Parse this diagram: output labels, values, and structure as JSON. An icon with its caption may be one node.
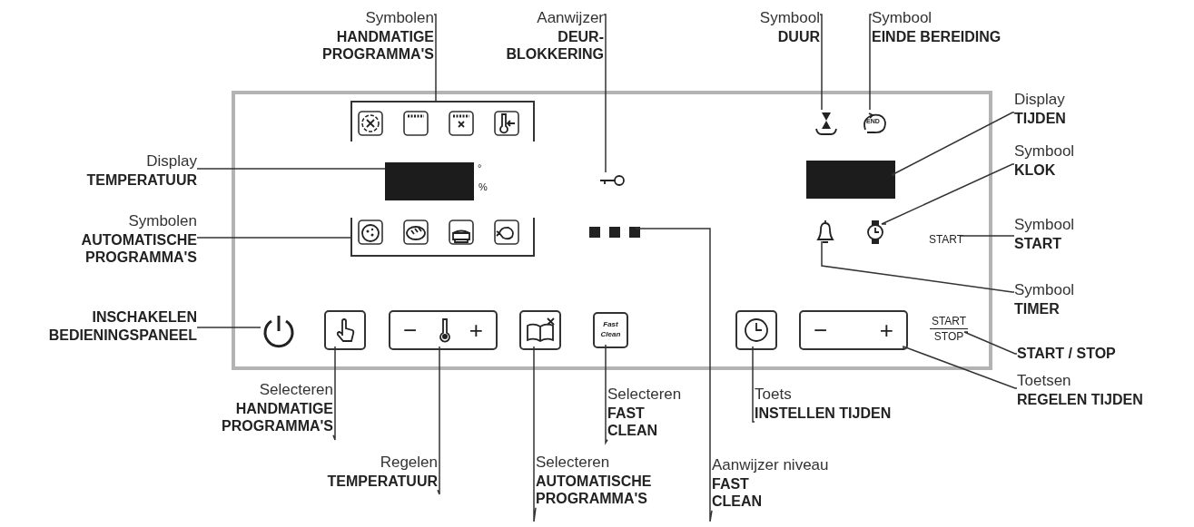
{
  "diagram": {
    "nodes": [
      {
        "text": [],
        "shape": "box"
      },
      {
        "text": [
          "Symbolen",
          "HANDMATIGE PROGRAMMA'S"
        ]
      },
      {
        "text": [
          "Aanwijzer",
          "DEUR-BLOKKERING"
        ]
      },
      {
        "text": [
          "Symbool",
          "DUUR"
        ]
      },
      {
        "text": [
          "Symbool",
          "EINDE BEREIDING"
        ]
      },
      {
        "text": [
          "Display",
          "TIJDEN"
        ]
      },
      {
        "text": [
          "Symbool",
          "KLOK"
        ]
      },
      {
        "text": [
          "Symbool",
          "START"
        ]
      },
      {
        "text": [
          "Symbool",
          "TIMER"
        ]
      },
      {
        "text": [
          "START / STOP"
        ]
      },
      {
        "text": [
          "Toetsen",
          "REGELEN TIJDEN"
        ]
      },
      {
        "text": [
          "Display",
          "TEMPERATUUR"
        ]
      },
      {
        "text": [
          "Symbolen",
          "AUTOMATISCHE PROGRAMMA'S"
        ]
      },
      {
        "text": [
          "INSCHAKELEN BEDIENINGSPANEEL"
        ]
      },
      {
        "text": [
          "Selecteren",
          "HANDMATIGE PROGRAMMA'S"
        ]
      },
      {
        "text": [
          "Regelen",
          "TEMPERATUUR"
        ]
      },
      {
        "text": [
          "Selecteren",
          "AUTOMATISCHE PROGRAMMA'S"
        ]
      },
      {
        "text": [
          "Selecteren",
          "FAST CLEAN"
        ]
      },
      {
        "text": [
          "Aanwijzer niveau",
          "FAST CLEAN"
        ]
      },
      {
        "text": [
          "Toets",
          "INSTELLEN TIJDEN"
        ]
      },
      {
        "text": [],
        "shape": "bracket",
        "in": 0
      },
      {
        "text": [],
        "shape": "key",
        "in": 0
      },
      {
        "text": [],
        "shape": "hourglass",
        "in": 0
      },
      {
        "text": [],
        "shape": "symbol",
        "in": 0
      },
      {
        "text": [],
        "shape": "box",
        "in": 0
      },
      {
        "text": [],
        "shape": "box",
        "in": 0
      },
      {
        "text": [],
        "shape": "bracket",
        "in": 0
      },
      {
        "text": [],
        "shape": "dots",
        "in": 0
      },
      {
        "text": [],
        "shape": "bell",
        "in": 0
      },
      {
        "text": [],
        "shape": "watch",
        "in": 0
      },
      {
        "text": [
          "START"
        ],
        "in": 0
      },
      {
        "text": [
          "START",
          "STOP"
        ],
        "in": 0
      },
      {
        "text": [],
        "shape": "circle",
        "in": 0
      },
      {
        "text": [],
        "shape": "box",
        "in": 0
      },
      {
        "text": [
          "−",
          "+"
        ],
        "in": 0
      },
      {
        "text": [],
        "shape": "box",
        "in": 0
      },
      {
        "text": [
          "Fast Clean"
        ],
        "in": 0
      },
      {
        "text": [],
        "shape": "box",
        "in": 0
      },
      {
        "text": [
          "−",
          "+"
        ],
        "in": 0
      }
    ],
    "edges": [
      {
        "from": 1,
        "to": 20,
        "arrow": "none"
      },
      {
        "from": 2,
        "to": 21,
        "arrow": "none"
      },
      {
        "from": 3,
        "to": 22,
        "arrow": "none"
      },
      {
        "from": 4,
        "to": 23,
        "arrow": "none"
      },
      {
        "from": 5,
        "to": 25,
        "arrow": "none"
      },
      {
        "from": 6,
        "to": 29,
        "arrow": "none"
      },
      {
        "from": 7,
        "to": 30,
        "arrow": "none"
      },
      {
        "from": 8,
        "to": 28,
        "arrow": "none"
      },
      {
        "from": 9,
        "to": 31,
        "arrow": "none"
      },
      {
        "from": 10,
        "to": 38,
        "arrow": "none"
      },
      {
        "from": 11,
        "to": 24,
        "arrow": "none"
      },
      {
        "from": 12,
        "to": 26,
        "arrow": "none"
      },
      {
        "from": 13,
        "to": 32,
        "arrow": "none"
      },
      {
        "from": 14,
        "to": 33,
        "arrow": "none"
      },
      {
        "from": 15,
        "to": 34,
        "arrow": "none"
      },
      {
        "from": 16,
        "to": 35,
        "arrow": "none"
      },
      {
        "from": 17,
        "to": 36,
        "arrow": "none"
      },
      {
        "from": 18,
        "to": 27,
        "arrow": "none"
      },
      {
        "from": 19,
        "to": 37,
        "arrow": "none"
      }
    ],
    "labels": [
      "°",
      "%",
      "END"
    ]
  }
}
